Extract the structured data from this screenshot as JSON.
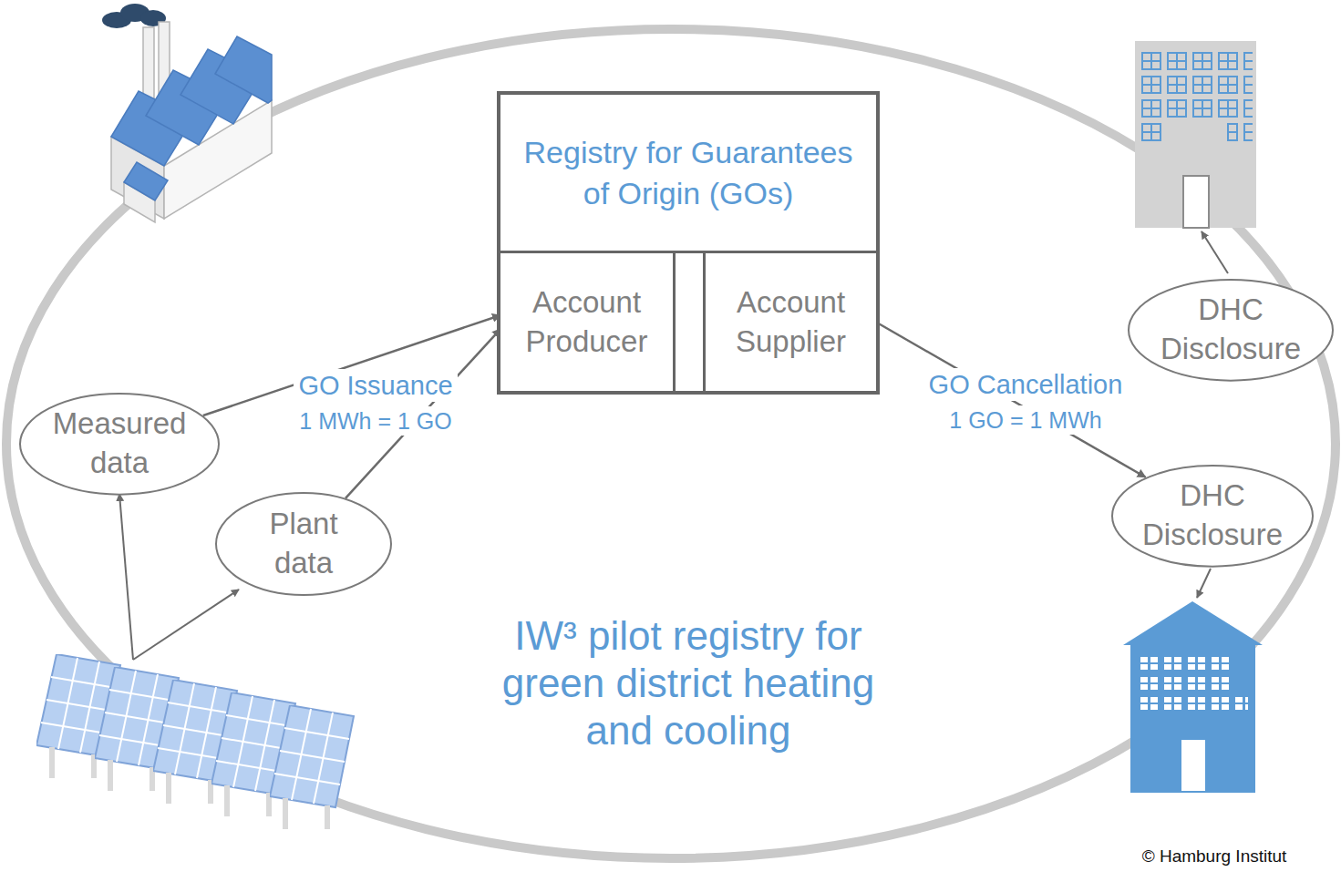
{
  "diagram": {
    "nodes": [
      {
        "text": [
          "Registry for Guarantees of Origin (GOs)"
        ]
      },
      {
        "text": [
          "Account Producer"
        ],
        "in": 0
      },
      {
        "text": [
          "Account Supplier"
        ],
        "in": 0
      },
      {
        "text": [
          "Measured data"
        ]
      },
      {
        "text": [
          "Plant data"
        ]
      },
      {
        "text": [
          "DHC Disclosure"
        ]
      },
      {
        "text": [
          "DHC Disclosure"
        ]
      }
    ],
    "edges": [
      {
        "from": 3,
        "to": 1,
        "arrow": "to"
      },
      {
        "from": 4,
        "to": 1,
        "arrow": "to"
      },
      {
        "from": 1,
        "to": 2,
        "arrow": "to"
      },
      {
        "from": 2,
        "to": 6,
        "arrow": "to"
      }
    ],
    "labels": [
      "GO Issuance",
      "1 MWh = 1 GO",
      "GO Cancellation",
      "1 GO = 1 MWh",
      "IW³ pilot registry for green district heating and cooling",
      "© Hamburg Institut"
    ]
  }
}
